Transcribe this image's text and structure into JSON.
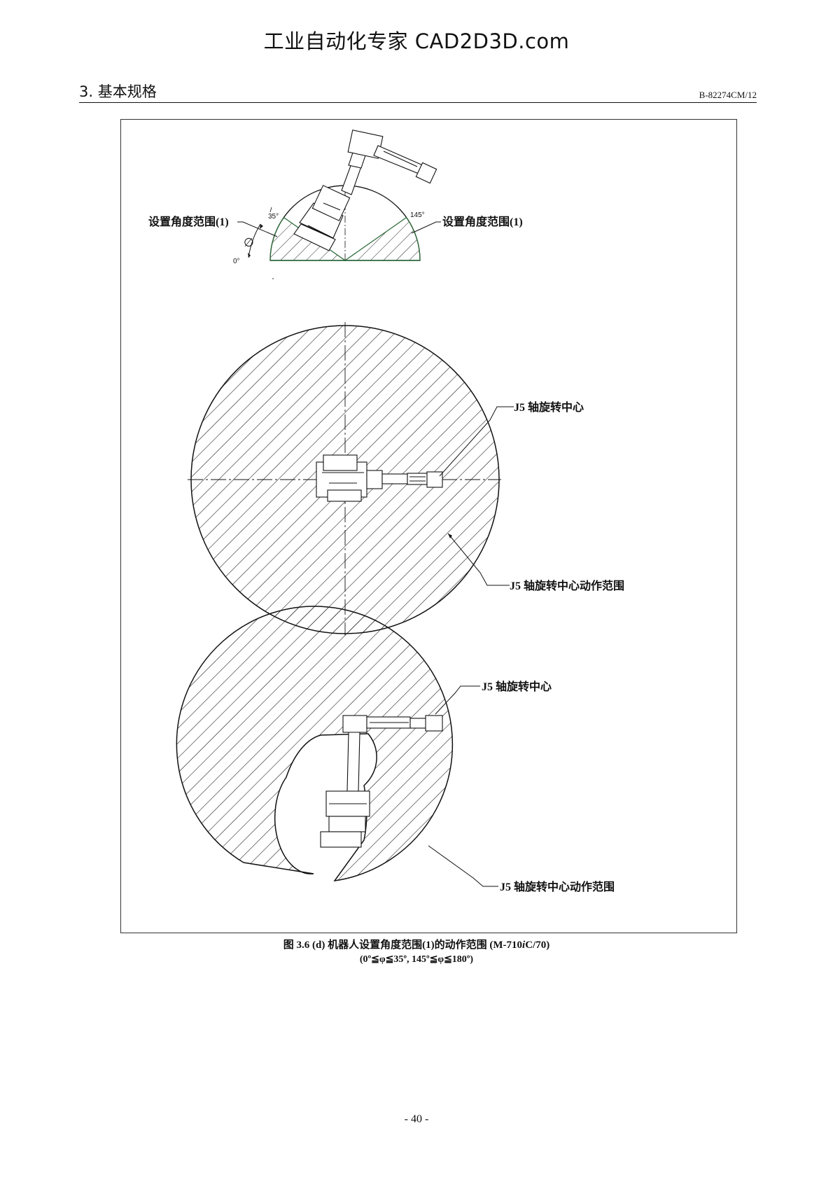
{
  "watermark": "工业自动化专家 CAD2D3D.com",
  "header": {
    "section": "3. 基本规格",
    "doc_number": "B-82274CM/12"
  },
  "figure": {
    "side_view": {
      "label_left": "设置角度范围(1)",
      "label_right": "设置角度范围(1)",
      "angle_35": "35°",
      "angle_145": "145°",
      "angle_0": "0°",
      "phi_symbol": "∅"
    },
    "top_view": {
      "label_center": "J5 轴旋转中心",
      "label_range": "J5 轴旋转中心动作范围"
    },
    "bottom_view": {
      "label_center": "J5 轴旋转中心",
      "label_range": "J5 轴旋转中心动作范围"
    }
  },
  "caption": {
    "line1_prefix": "图 3.6 (d)  机器人设置角度范围(1)的动作范围  (M-710",
    "line1_italic": "i",
    "line1_suffix": "C/70)",
    "line2": "(0º≦φ≦35º, 145º≦φ≦180º)"
  },
  "page_number": "- 40 -"
}
